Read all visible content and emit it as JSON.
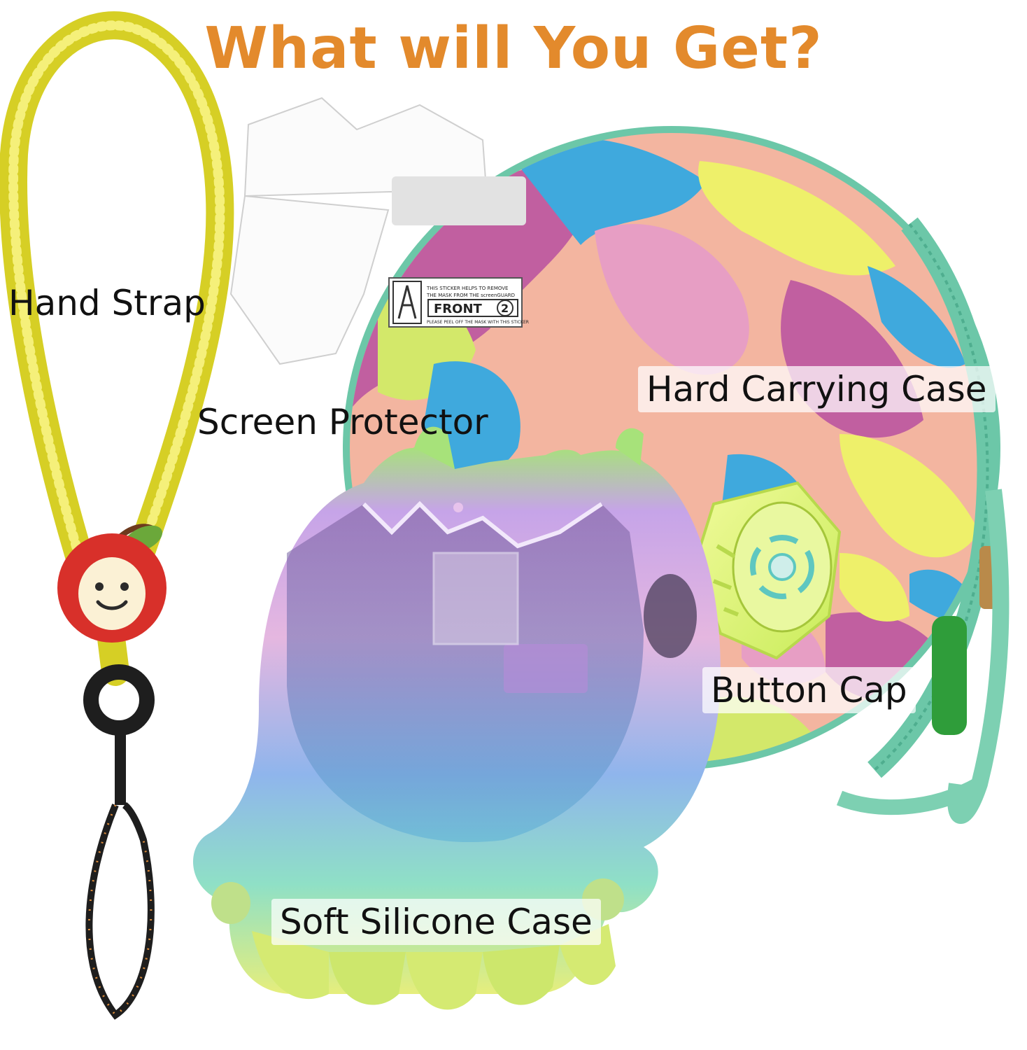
{
  "title": "What will You Get?",
  "labels": {
    "hand_strap": "Hand Strap",
    "screen_protector": "Screen Protector",
    "hard_carrying_case": "Hard Carrying Case",
    "button_cap": "Button Cap",
    "soft_silicone_case": "Soft Silicone Case"
  },
  "sticker": {
    "line1": "THIS STICKER HELPS TO REMOVE",
    "line2": "THE MASK FROM THE screenGUARD",
    "front": "FRONT",
    "number": "2",
    "line3": "PLEASE PEEL OFF THE MASK WITH THIS STICKER"
  },
  "colors": {
    "title": "#e38a2c",
    "strap": "#e4e23a",
    "zipper": "#6cc7a8",
    "apple": "#d8302a"
  }
}
